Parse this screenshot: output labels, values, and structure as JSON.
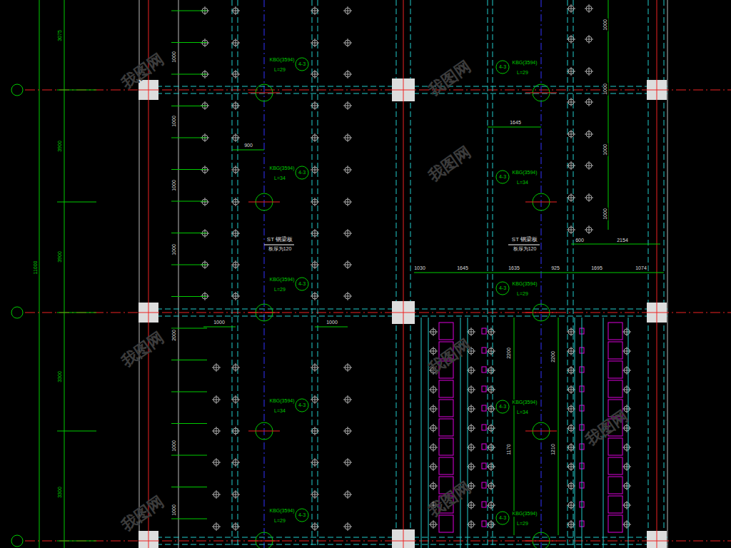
{
  "diagram": {
    "labels": [
      "3075",
      "3900",
      "3900",
      "11000",
      "3300",
      "3300",
      "1000",
      "1000",
      "1000",
      "1000",
      "1000",
      "1000",
      "2000",
      "1000",
      "1000",
      "1000",
      "1000",
      "900",
      "1645",
      "ST 钢梁板",
      "板厚为120",
      "ST 钢梁板",
      "板厚为120",
      "1030",
      "1645",
      "1635",
      "925",
      "1695",
      "1074",
      "600",
      "2154",
      "1000",
      "1000",
      "2200",
      "2200",
      "1170",
      "1210",
      "KBG(3594)",
      "L=29",
      "4-3",
      "KBG(3594)",
      "L=34",
      "4-3",
      "KBG(3594)",
      "L=29",
      "4-3",
      "KBG(3594)",
      "L=34",
      "4-3",
      "KBG(3594)",
      "L=29",
      "4-3",
      "KBG(3594)",
      "L=29",
      "4-3",
      "KBG(3594)",
      "L=34",
      "4-3",
      "KBG(3594)",
      "L=29",
      "4-3",
      "KBG(3594)",
      "L=34",
      "4-3",
      "KBG(3594)",
      "L=29",
      "4-3",
      "我图网",
      "我图网",
      "我图网",
      "我图网",
      "我图网",
      "我图网",
      "我图网",
      "我图网"
    ]
  }
}
